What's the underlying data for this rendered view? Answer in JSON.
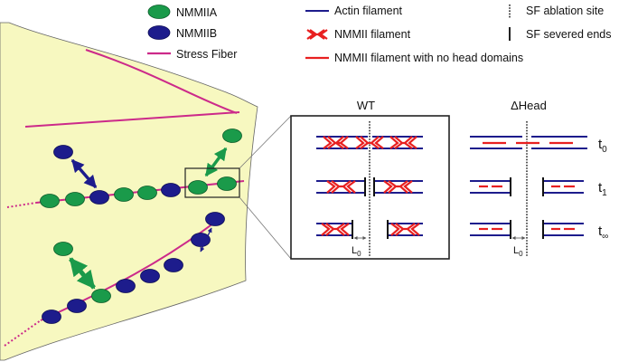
{
  "legend_left": {
    "nmmiia": "NMMIIA",
    "nmmiib": "NMMIIB",
    "stress_fiber": "Stress Fiber"
  },
  "legend_right": {
    "actin": "Actin filament",
    "nmmii": "NMMII filament",
    "nmmii_nohead": "NMMII filament with no head domains",
    "ablation": "SF ablation site",
    "severed": "SF severed ends"
  },
  "panels": {
    "wt": "WT",
    "dhead": "ΔHead"
  },
  "time_labels": [
    "t",
    "t",
    "t"
  ],
  "time_subs": [
    "0",
    "1",
    "∞"
  ],
  "l0": "L",
  "l0_sub": "0",
  "colors": {
    "cell": "#f7f8c0",
    "nmmiia": "#1a9a4a",
    "nmmiib": "#1d1c8c",
    "stress_fiber": "#cc2a8a",
    "actin": "#1d1c8c",
    "nmmii": "#e82020"
  }
}
